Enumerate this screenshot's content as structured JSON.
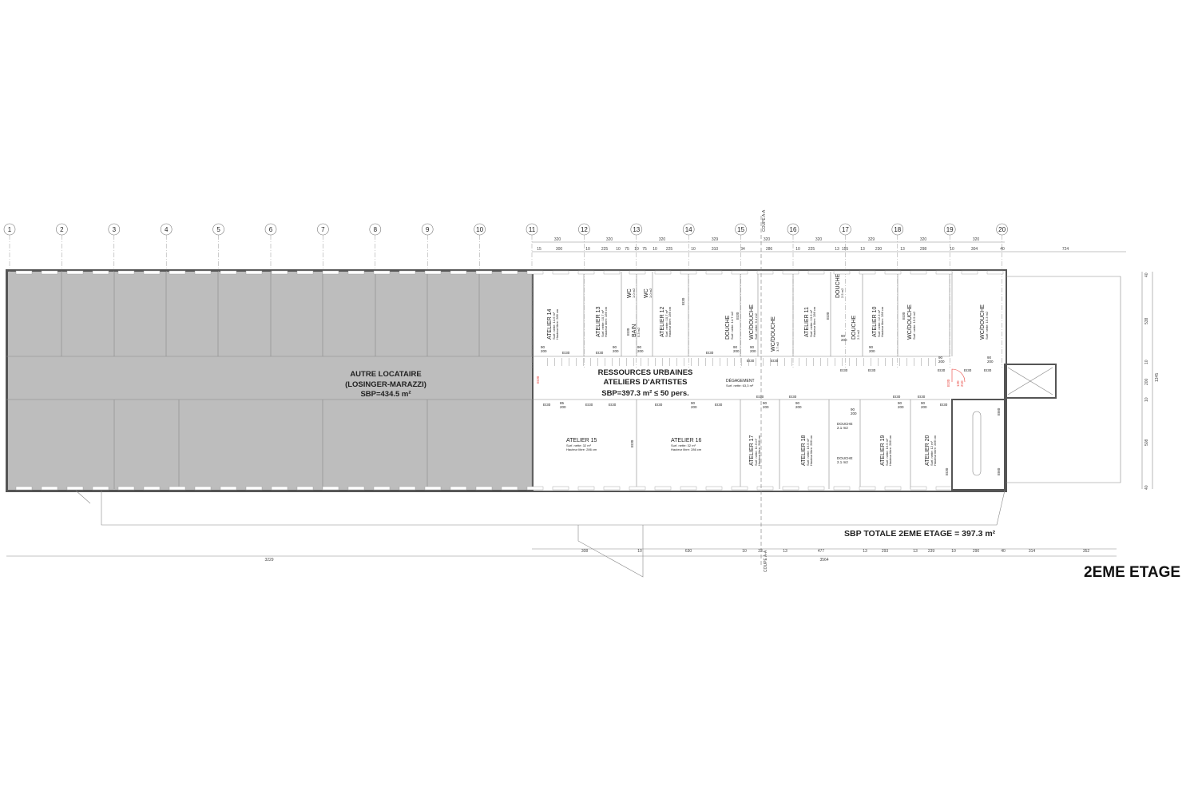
{
  "plan": {
    "title": "2EME ETAGE",
    "total": "SBP TOTALE 2EME ETAGE = 397.3 m²",
    "section_cut": "COUPE A-A",
    "axes": [
      "1",
      "2",
      "3",
      "4",
      "5",
      "6",
      "7",
      "8",
      "9",
      "10",
      "11",
      "12",
      "13",
      "14",
      "15",
      "16",
      "17",
      "18",
      "19",
      "20"
    ],
    "top_dims_axes": [
      "320",
      "320",
      "320",
      "329",
      "320",
      "320",
      "329",
      "320",
      "320"
    ],
    "top_dims_detail": [
      "15",
      "300",
      "10",
      "225",
      "10",
      "75",
      "10",
      "75",
      "10",
      "225",
      "10",
      "310",
      "34",
      "286",
      "10",
      "225",
      "13",
      "155",
      "13",
      "230",
      "13",
      "298",
      "10",
      "304",
      "40",
      "724"
    ],
    "bottom_dims_detail": [
      "308",
      "10",
      "630",
      "10",
      "23",
      "13",
      "477",
      "13",
      "293",
      "13",
      "239",
      "10",
      "290",
      "40",
      "314",
      "352"
    ],
    "bottom_dims_total": [
      "3229",
      "3564"
    ],
    "right_dims": [
      "40",
      "538",
      "10",
      "200",
      "10",
      "508",
      "40",
      "1345"
    ],
    "other_tenant": {
      "line1": "AUTRE LOCATAIRE",
      "line2": "(LOSINGER-MARAZZI)",
      "line3": "SBP=434.5 m²",
      "shade": "#bdbdbd"
    },
    "main_tenant": {
      "line1": "RESSOURCES URBAINES",
      "line2": "ATELIERS D'ARTISTES",
      "line3": "SBP=397.3 m² ≤ 50 pers."
    },
    "corridor": {
      "name": "DÉGAGEMENT",
      "area": "Surf. nette: 63,3 m²"
    },
    "rooms_top": [
      {
        "name": "ATELIER 14",
        "area": "Surf. nette: 14.6 m²",
        "height": "Hauteur libre: 286 cm"
      },
      {
        "name": "ATELIER 13",
        "area": "Surf. nette: 10.7 m²",
        "height": "Hauteur libre: 286 cm"
      },
      {
        "name": "BAIN",
        "area": "5.3 m2",
        "height": ""
      },
      {
        "name": "ATELIER 12",
        "area": "Surf. nette: 10.7 m²",
        "height": "Hauteur libre: 286 cm"
      },
      {
        "name": "DOUCHE",
        "area": "Surf. nette: 14.7 m2",
        "height": ""
      },
      {
        "name": "WC/DOUCHE",
        "area": "Surf. nette: 9.4 m2",
        "height": ""
      },
      {
        "name": "WC/DOUCHE",
        "area": "3.7 m2",
        "height": ""
      },
      {
        "name": "ATELIER 11",
        "area": "Surf. nette: 13.3 m²",
        "height": "Hauteur libre: 286 cm"
      },
      {
        "name": "DOUCHE",
        "area": "2.5 m2",
        "height": ""
      },
      {
        "name": "DOUCHE",
        "area": "2.5 m2",
        "height": ""
      },
      {
        "name": "ATELIER 10",
        "area": "Surf. nette: 12.3 m²",
        "height": "Hauteur libre: 286 cm"
      },
      {
        "name": "WC/DOUCHE",
        "area": "Surf. nette: 15.9 m2",
        "height": ""
      },
      {
        "name": "WC/DOUCHE",
        "area": "Surf. nette: 15.3 m2",
        "height": ""
      }
    ],
    "wc": [
      {
        "name": "WC",
        "area": "1.0 m2"
      },
      {
        "name": "WC",
        "area": "1.0 m2"
      }
    ],
    "rooms_bottom_h": [
      {
        "name": "ATELIER 15",
        "area": "Surf. nette: 32 m²",
        "height": "Hauteur libre: 286 cm"
      },
      {
        "name": "ATELIER 16",
        "area": "Surf. nette: 32 m²",
        "height": "Hauteur libre: 286 cm"
      }
    ],
    "rooms_bottom_v": [
      {
        "name": "ATELIER 17",
        "area": "Surf. nette: 11.6 m²",
        "height": "Hauteur libre: 286 cm"
      },
      {
        "name": "ATELIER 18",
        "area": "Surf. nette: 16.5 m²",
        "height": "Hauteur libre: 286 cm"
      },
      {
        "name": "ATELIER 19",
        "area": "Surf. nette: 16.5 m²",
        "height": "Hauteur libre: 286 cm"
      },
      {
        "name": "ATELIER 20",
        "area": "Surf. nette: 12 m²",
        "height": "Hauteur libre: 286 cm"
      }
    ],
    "douche_small": [
      {
        "name": "DOUCHE",
        "area": "2.1 m2"
      },
      {
        "name": "DOUCHE",
        "area": "2.1 m2"
      }
    ],
    "door_top": "90",
    "door_bottom": "200",
    "fire_rating": "EI30",
    "fire_rating_stair": "EI60",
    "fire_door": {
      "w": "120",
      "h": "210",
      "rating": "EI30",
      "color": "#e8403a"
    }
  }
}
